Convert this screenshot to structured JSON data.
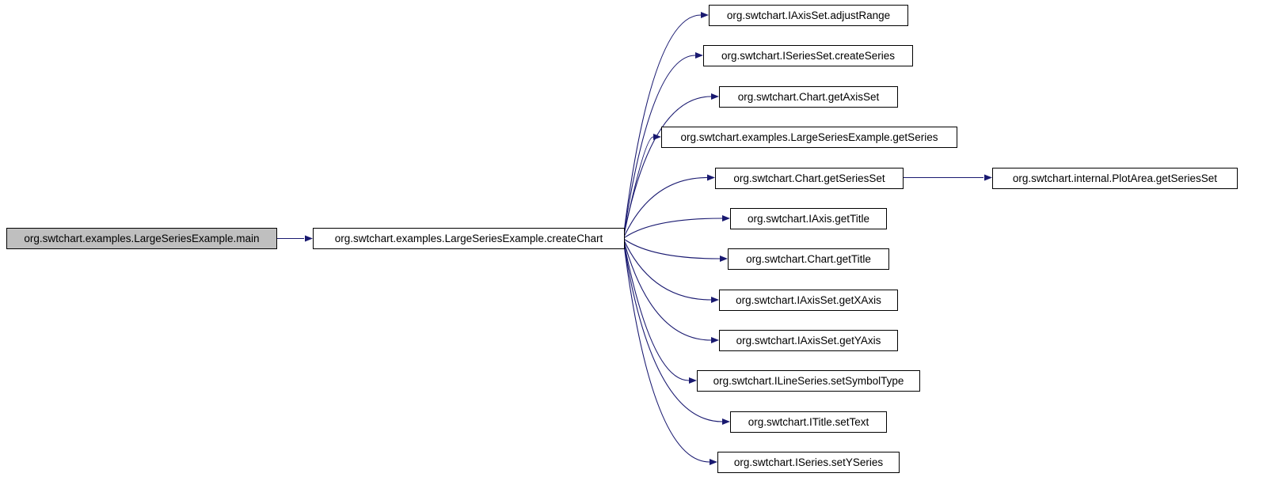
{
  "graph": {
    "caller": "org.swtchart.examples.LargeSeriesExample.main",
    "function": "org.swtchart.examples.LargeSeriesExample.createChart",
    "callees": [
      "org.swtchart.IAxisSet.adjustRange",
      "org.swtchart.ISeriesSet.createSeries",
      "org.swtchart.Chart.getAxisSet",
      "org.swtchart.examples.LargeSeriesExample.getSeries",
      "org.swtchart.Chart.getSeriesSet",
      "org.swtchart.IAxis.getTitle",
      "org.swtchart.Chart.getTitle",
      "org.swtchart.IAxisSet.getXAxis",
      "org.swtchart.IAxisSet.getYAxis",
      "org.swtchart.ILineSeries.setSymbolType",
      "org.swtchart.ITitle.setText",
      "org.swtchart.ISeries.setYSeries"
    ],
    "nested_callee": "org.swtchart.internal.PlotArea.getSeriesSet",
    "edges": [
      {
        "from": "org.swtchart.examples.LargeSeriesExample.main",
        "to": "org.swtchart.examples.LargeSeriesExample.createChart"
      },
      {
        "from": "org.swtchart.examples.LargeSeriesExample.createChart",
        "to": "org.swtchart.IAxisSet.adjustRange"
      },
      {
        "from": "org.swtchart.examples.LargeSeriesExample.createChart",
        "to": "org.swtchart.ISeriesSet.createSeries"
      },
      {
        "from": "org.swtchart.examples.LargeSeriesExample.createChart",
        "to": "org.swtchart.Chart.getAxisSet"
      },
      {
        "from": "org.swtchart.examples.LargeSeriesExample.createChart",
        "to": "org.swtchart.examples.LargeSeriesExample.getSeries"
      },
      {
        "from": "org.swtchart.examples.LargeSeriesExample.createChart",
        "to": "org.swtchart.Chart.getSeriesSet"
      },
      {
        "from": "org.swtchart.examples.LargeSeriesExample.createChart",
        "to": "org.swtchart.IAxis.getTitle"
      },
      {
        "from": "org.swtchart.examples.LargeSeriesExample.createChart",
        "to": "org.swtchart.Chart.getTitle"
      },
      {
        "from": "org.swtchart.examples.LargeSeriesExample.createChart",
        "to": "org.swtchart.IAxisSet.getXAxis"
      },
      {
        "from": "org.swtchart.examples.LargeSeriesExample.createChart",
        "to": "org.swtchart.IAxisSet.getYAxis"
      },
      {
        "from": "org.swtchart.examples.LargeSeriesExample.createChart",
        "to": "org.swtchart.ILineSeries.setSymbolType"
      },
      {
        "from": "org.swtchart.examples.LargeSeriesExample.createChart",
        "to": "org.swtchart.ITitle.setText"
      },
      {
        "from": "org.swtchart.examples.LargeSeriesExample.createChart",
        "to": "org.swtchart.ISeries.setYSeries"
      },
      {
        "from": "org.swtchart.Chart.getSeriesSet",
        "to": "org.swtchart.internal.PlotArea.getSeriesSet"
      }
    ]
  },
  "colors": {
    "edge": "#191970",
    "node_border": "#000000",
    "node_fill": "#ffffff",
    "current_node_fill": "#bfbfbf"
  }
}
